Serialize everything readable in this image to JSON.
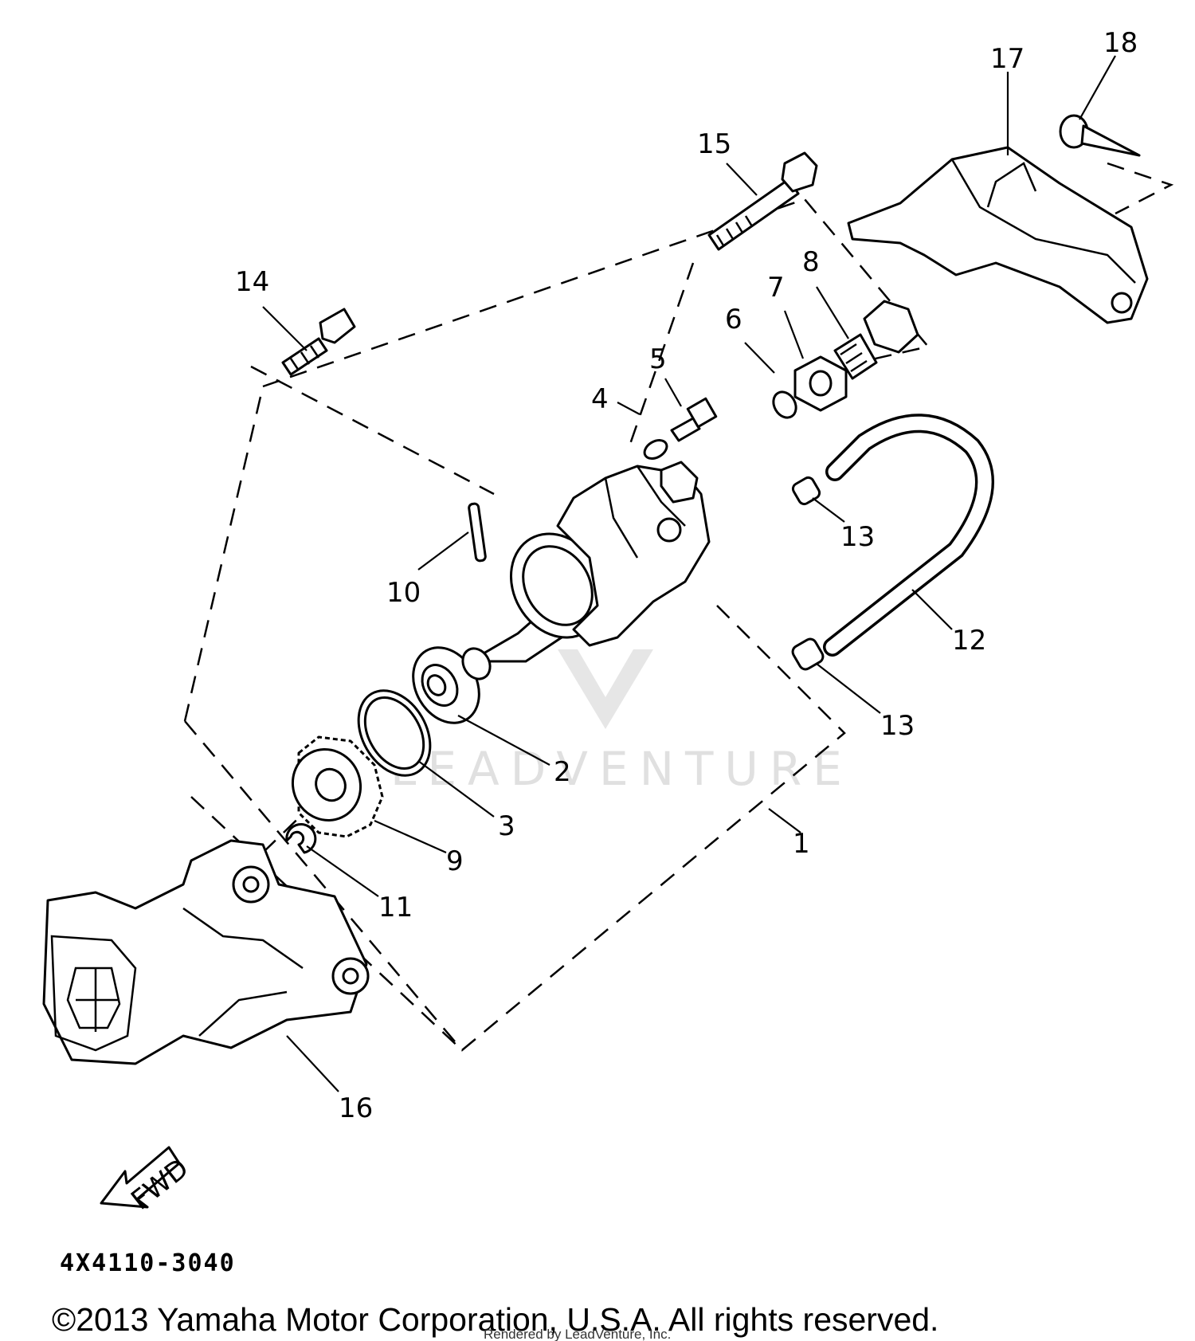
{
  "diagram": {
    "part_labels": {
      "p1": "1",
      "p2": "2",
      "p3": "3",
      "p4": "4",
      "p5": "5",
      "p6": "6",
      "p7": "7",
      "p8": "8",
      "p9": "9",
      "p10": "10",
      "p11": "11",
      "p12": "12",
      "p13a": "13",
      "p13b": "13",
      "p14": "14",
      "p15": "15",
      "p16": "16",
      "p17": "17",
      "p18": "18"
    },
    "direction_tag": "FWD",
    "diagram_code": "4X4110-3040",
    "copyright": "©2013 Yamaha Motor Corporation, U.S.A. All rights reserved.",
    "rendered_by": "Rendered by LeadVenture, Inc.",
    "watermark": "LEADVENTURE"
  }
}
